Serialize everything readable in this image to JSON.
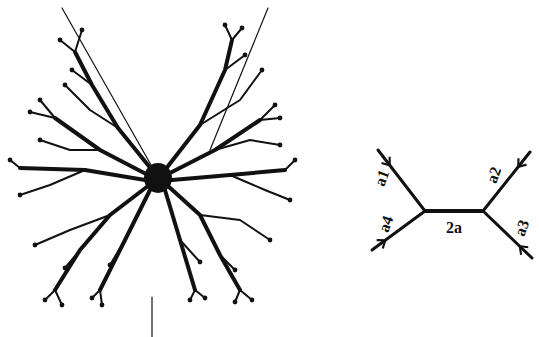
{
  "diagram": {
    "labels": [
      "a1",
      "a2",
      "a4",
      "2a",
      "a3"
    ]
  }
}
